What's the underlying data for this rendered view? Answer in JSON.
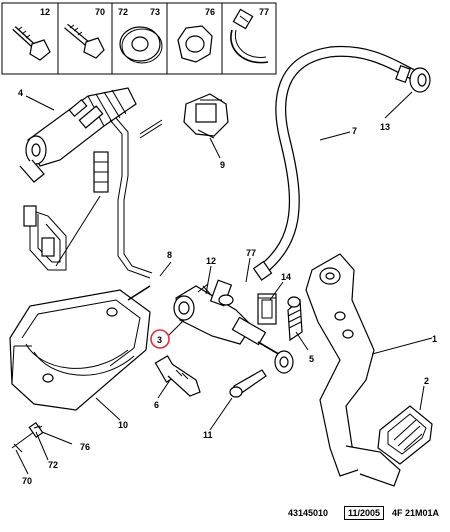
{
  "header_parts": [
    {
      "label": "12",
      "icon": "bolt-hex-icon"
    },
    {
      "label": "70",
      "icon": "bolt-long-icon"
    },
    {
      "label": "72",
      "icon": "washer-flat-icon"
    },
    {
      "label": "73",
      "icon": ""
    },
    {
      "label": "76",
      "icon": "nut-hex-icon"
    },
    {
      "label": "77",
      "icon": "hose-clip-icon"
    }
  ],
  "callouts": {
    "c1": "1",
    "c2": "2",
    "c3": "3",
    "c4": "4",
    "c5": "5",
    "c6": "6",
    "c7": "7",
    "c8": "8",
    "c9": "9",
    "c10": "10",
    "c11": "11",
    "c12": "12",
    "c13": "13",
    "c14": "14",
    "c70": "70",
    "c72": "72",
    "c76": "76",
    "c77": "77"
  },
  "highlight": {
    "label": "3",
    "color": "#e0303a"
  },
  "footer": {
    "ref": "43145010",
    "date": "11/2005",
    "code": "4F 21M01A"
  }
}
